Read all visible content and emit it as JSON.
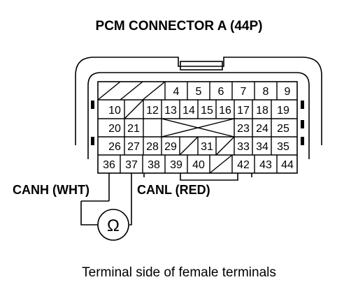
{
  "title": "PCM CONNECTOR A (44P)",
  "caption": "Terminal side of female terminals",
  "wires": {
    "canh": "CANH (WHT)",
    "canl": "CANL (RED)"
  },
  "meter_symbol": "Ω",
  "terminals": {
    "row1": [
      "4",
      "5",
      "6",
      "7",
      "8",
      "9"
    ],
    "row2": [
      "10",
      "12",
      "13",
      "14",
      "15",
      "16",
      "17",
      "18",
      "19"
    ],
    "row3": [
      "20",
      "21",
      "23",
      "24",
      "25"
    ],
    "row4": [
      "26",
      "27",
      "28",
      "29",
      "31",
      "33",
      "34",
      "35"
    ],
    "row5": [
      "36",
      "37",
      "38",
      "39",
      "40",
      "42",
      "43",
      "44"
    ]
  }
}
